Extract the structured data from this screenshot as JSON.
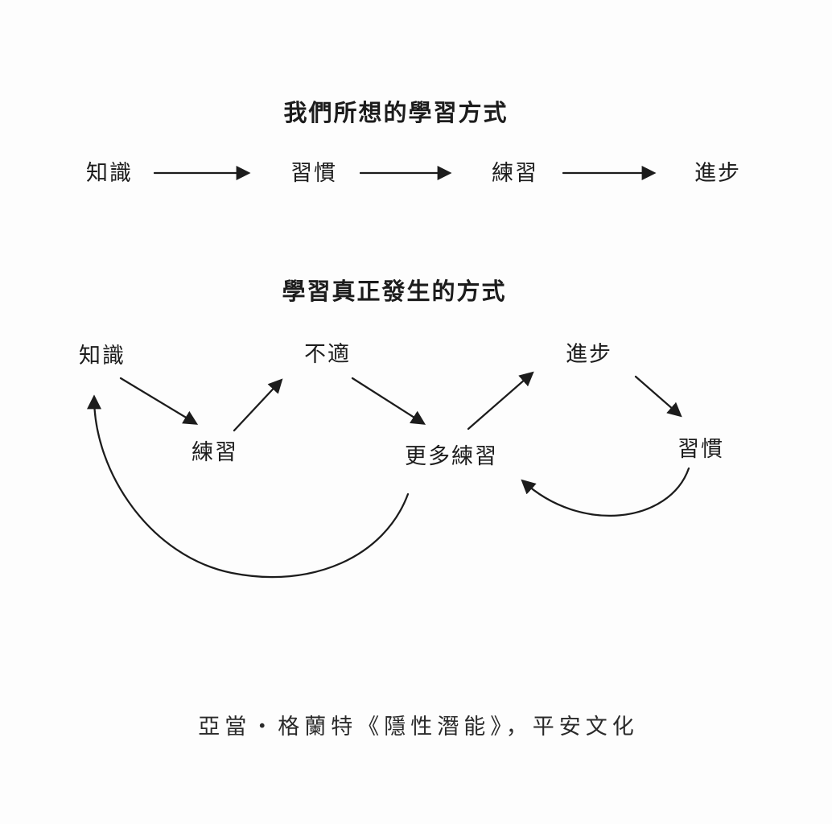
{
  "colors": {
    "background": "#fdfdfd",
    "ink": "#1c1c1c"
  },
  "ideal_diagram": {
    "title": "我們所想的學習方式",
    "nodes": {
      "knowledge": "知識",
      "habit": "習慣",
      "practice": "練習",
      "progress": "進步"
    },
    "flow": "知識 → 習慣 → 練習 → 進步"
  },
  "real_diagram": {
    "title": "學習真正發生的方式",
    "nodes": {
      "knowledge": "知識",
      "practice": "練習",
      "discomfort": "不適",
      "more_practice": "更多練習",
      "progress": "進步",
      "habit": "習慣"
    },
    "flow": "知識 → 練習 → 不適 → 更多練習 → 進步 → 習慣",
    "loops": [
      "更多練習 → 知識",
      "習慣 → 更多練習"
    ]
  },
  "caption": "亞當・格蘭特《隱性潛能》，平安文化"
}
